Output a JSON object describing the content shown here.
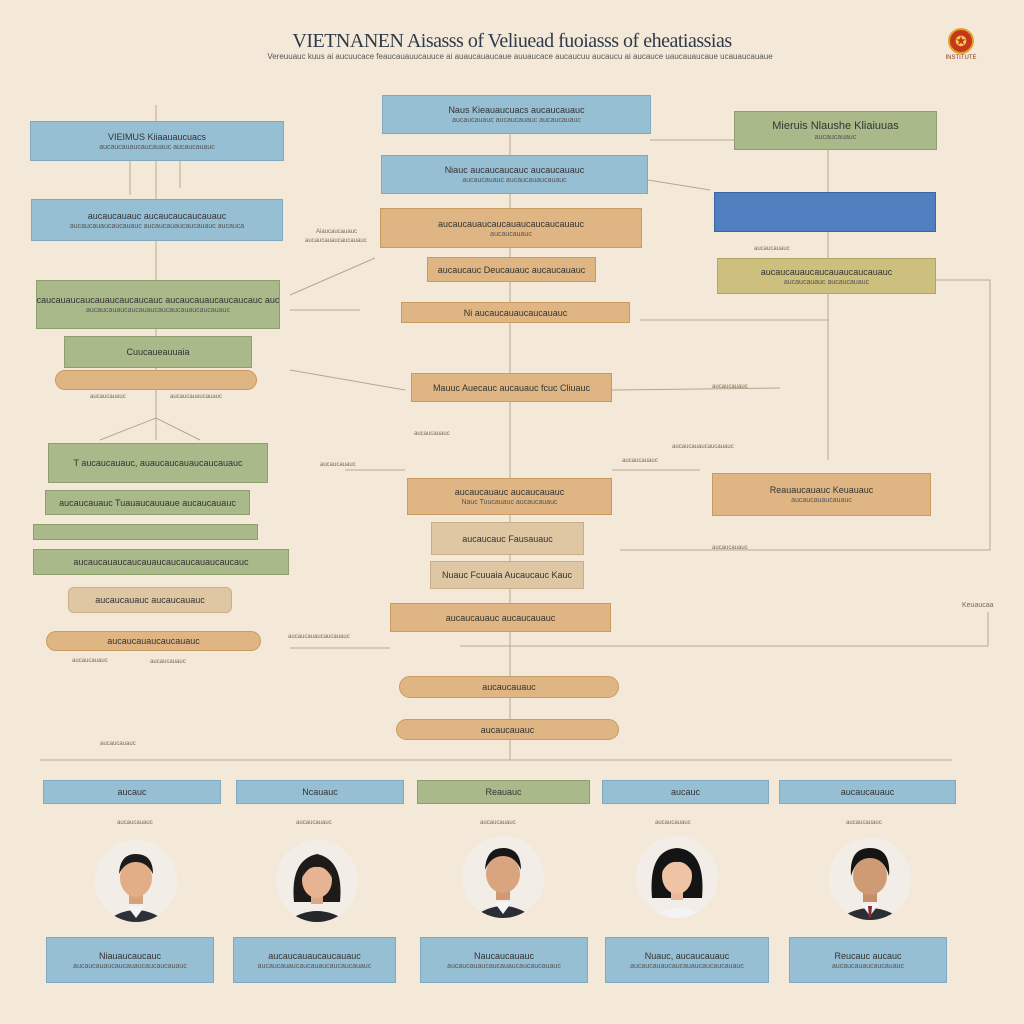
{
  "header": {
    "title": "VIETNANEN Aisasss of Veliuead fuoiasss of eheatiassias",
    "subtitle": "Vereuuauc kuus ai aucuucace feaucauauucauuce ai auaucauaucaue auuaucace aucaucuu aucaucu ai aucauce uaucauaucaue ucauaucauaue",
    "logo_text": "INSTITUTE"
  },
  "left_column": [
    {
      "title": "VIEIMUS Kiiaauaucuacs",
      "sub": "aucaucauaucaucauauc aucaucauauc"
    },
    {
      "title": "aucaucauauc aucaucaucaucauauc",
      "sub": "aucaucauaucaucauauc aucaucauaucaucauauc aucauca"
    },
    {
      "title": "aucaucauaucaucauaucaucaucauc aucaucauaucaucaucauc aucau",
      "sub": "aucaucauaucaucauaucaucaucauaucaucauauc"
    },
    {
      "title": "Cuucaueauuaia",
      "sub": ""
    },
    {
      "title": "",
      "sub": ""
    },
    {
      "title": "T aucaucauauc, auaucaucauaucaucauauc",
      "sub": ""
    },
    {
      "title": "aucaucauauc Tuauaucauuaue aucaucauauc",
      "sub": ""
    },
    {
      "title": "",
      "sub": ""
    },
    {
      "title": "aucaucauaucaucauaucaucaucauaucaucauc",
      "sub": ""
    },
    {
      "title": "aucaucauauc aucaucauauc",
      "sub": ""
    },
    {
      "title": "aucaucauaucaucauauc",
      "sub": ""
    }
  ],
  "center_column": [
    {
      "title": "Naus Kieauaucuacs aucaucauauc",
      "sub": "aucaucauauc aucaucauauc aucaucauauc"
    },
    {
      "title": "Niauc aucaucaucauc aucaucauauc",
      "sub": "aucaucauauc aucaucauaucauauc"
    },
    {
      "title": "aucaucauaucaucauaucaucaucauauc",
      "sub": "aucaucauauc"
    },
    {
      "title": "aucaucauc Deucauauc aucaucauauc",
      "sub": ""
    },
    {
      "title": "Ni aucaucauaucaucauauc",
      "sub": ""
    },
    {
      "title": "Mauuc Auecauc aucauauc fcuc Cliuauc",
      "sub": ""
    },
    {
      "title": "aucaucauauc aucaucauauc",
      "sub": "Nauc Tuucauauc aucaucauauc"
    },
    {
      "title": "aucaucauc Fausauauc",
      "sub": ""
    },
    {
      "title": "Nuauc Fcuuaia Aucaucauc Kauc",
      "sub": ""
    },
    {
      "title": "aucaucauauc aucaucauauc",
      "sub": ""
    },
    {
      "title": "aucaucauauc",
      "sub": ""
    },
    {
      "title": "aucaucauauc",
      "sub": ""
    }
  ],
  "right_column": [
    {
      "title": "Mieruis Nlaushe Kliaiuuas",
      "sub": "aucaucauauc"
    },
    {
      "title": "",
      "sub": ""
    },
    {
      "title": "aucaucauaucaucauaucaucauauc",
      "sub": "aucaucauauc aucaucauauc"
    },
    {
      "title": "Reauaucauauc Keuauauc",
      "sub": "aucaucauaucauauc"
    }
  ],
  "annotations": [
    "Aiaucaucauauc",
    "aucaucauaucaucauauc",
    "aucaucauauc",
    "aucaucauaucauauc",
    "aucaucauauc",
    "aucaucauauc",
    "aucaucauaucaucauauc",
    "aucaucauauc",
    "aucaucauauc",
    "Keuaucaa",
    "aucaucauauc",
    "aucaucauaucaucauauc",
    "aucaucauauc",
    "aucaucauauc",
    "aucaucauauc",
    "aucaucauauc"
  ],
  "members": [
    {
      "head": "aucauc",
      "role": "aucaucauauc",
      "name": "Niauaucaucauc",
      "detail": "aucaucauaucaucauaucaucaucauauc"
    },
    {
      "head": "Ncauauc",
      "role": "aucaucauauc",
      "name": "aucaucauaucaucauauc",
      "detail": "aucaucauaucaucauaucaucaucauauc"
    },
    {
      "head": "Reauauc",
      "role": "aucaucauauc",
      "name": "Naucaucauauc",
      "detail": "aucaucauaucaucauaucaucaucauauc"
    },
    {
      "head": "aucauc",
      "role": "aucaucauauc",
      "name": "Nuauc, aucaucauauc",
      "detail": "aucaucauaucaucauaucaucaucauauc"
    },
    {
      "head": "aucaucauauc",
      "role": "aucaucauauc",
      "name": "Reucauc aucauc",
      "detail": "aucaucauaucaucauauc"
    }
  ],
  "colors": {
    "background": "#f4e9d8",
    "blue": "#97bfd3",
    "green": "#a9b98a",
    "tan": "#dfb683",
    "khaki": "#cdbf7e",
    "dark_blue": "#4f7fbe"
  }
}
